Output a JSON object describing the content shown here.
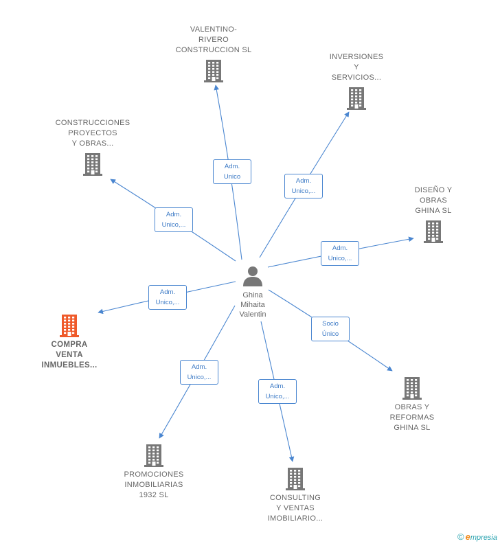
{
  "center": {
    "label": "Ghina\nMihaita\nValentin",
    "icon": "person-icon"
  },
  "companies": [
    {
      "id": "valentino",
      "label": "VALENTINO-\nRIVERO\nCONSTRUCCION SL",
      "icon": "building-icon",
      "color": "#777777",
      "focus": false
    },
    {
      "id": "inversiones",
      "label": "INVERSIONES\nY\nSERVICIOS...",
      "icon": "building-icon",
      "color": "#777777",
      "focus": false
    },
    {
      "id": "construcciones",
      "label": "CONSTRUCCIONES\nPROYECTOS\nY OBRAS...",
      "icon": "building-icon",
      "color": "#777777",
      "focus": false
    },
    {
      "id": "diseno",
      "label": "DISEÑO Y\nOBRAS\nGHINA  SL",
      "icon": "building-icon",
      "color": "#777777",
      "focus": false
    },
    {
      "id": "compra",
      "label": "COMPRA\nVENTA\nINMUEBLES...",
      "icon": "building-icon",
      "color": "#ef5a2a",
      "focus": true
    },
    {
      "id": "obras",
      "label": "OBRAS Y\nREFORMAS\nGHINA  SL",
      "icon": "building-icon",
      "color": "#777777",
      "focus": false
    },
    {
      "id": "promociones",
      "label": "PROMOCIONES\nINMOBILIARIAS\n1932  SL",
      "icon": "building-icon",
      "color": "#777777",
      "focus": false
    },
    {
      "id": "consulting",
      "label": "CONSULTING\nY VENTAS\nIMOBILIARIO...",
      "icon": "building-icon",
      "color": "#777777",
      "focus": false
    }
  ],
  "edges": [
    {
      "to": "valentino",
      "label": "Adm.\nUnico"
    },
    {
      "to": "inversiones",
      "label": "Adm.\nUnico,..."
    },
    {
      "to": "construcciones",
      "label": "Adm.\nUnico,..."
    },
    {
      "to": "diseno",
      "label": "Adm.\nUnico,..."
    },
    {
      "to": "compra",
      "label": "Adm.\nUnico,..."
    },
    {
      "to": "obras",
      "label": "Socio\nÚnico"
    },
    {
      "to": "promociones",
      "label": "Adm.\nUnico,..."
    },
    {
      "to": "consulting",
      "label": "Adm.\nUnico,..."
    }
  ],
  "colors": {
    "edge": "#4a86d0",
    "building": "#777777",
    "focus": "#ef5a2a",
    "person": "#777777"
  },
  "brand": {
    "copyright": "©",
    "name_first": "e",
    "name_rest": "mpresia"
  }
}
